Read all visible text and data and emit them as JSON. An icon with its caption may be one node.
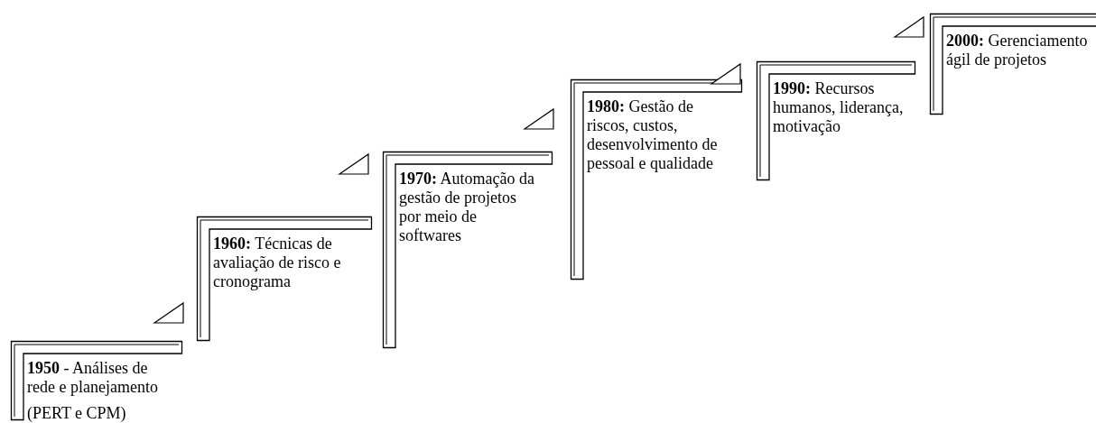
{
  "diagram": {
    "nodes": [
      {
        "text": [
          "**1950** - Análises de rede e planejamento",
          "(PERT e CPM)"
        ]
      },
      {
        "text": [
          "**1960:** Técnicas de avaliação de risco e cronograma"
        ]
      },
      {
        "text": [
          "**1970:** Automação da gestão de projetos por meio de softwares"
        ]
      },
      {
        "text": [
          "**1980:** Gestão de riscos, custos, desenvolvimento de pessoal e qualidade"
        ]
      },
      {
        "text": [
          "**1990:** Recursos humanos, liderança, motivação"
        ]
      },
      {
        "text": [
          "**2000:** Gerenciamento ágil de projetos"
        ]
      }
    ]
  }
}
